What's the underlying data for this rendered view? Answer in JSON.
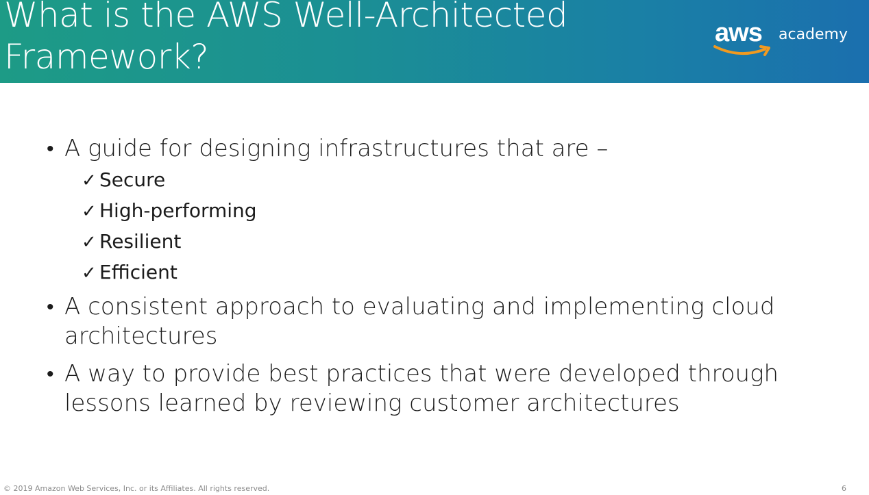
{
  "slide": {
    "title_lines": [
      "What is the AWS Well-Architected",
      "Framework?"
    ],
    "logo": {
      "brand": "aws",
      "product": "academy",
      "icon": "aws-smile-logo-icon"
    },
    "bullets": [
      {
        "text": "A guide for designing infrastructures that are –",
        "subitems": [
          "Secure",
          "High-performing",
          "Resilient",
          "Efficient"
        ],
        "check_glyph": "✓"
      },
      {
        "text": "A consistent approach to evaluating and implementing cloud architectures"
      },
      {
        "text": "A way to provide best practices that were developed through lessons learned by reviewing customer architectures"
      }
    ],
    "footer": {
      "copyright": "© 2019 Amazon Web Services, Inc. or its Affiliates. All rights reserved.",
      "page_number": "6"
    },
    "colors": {
      "header_gradient_start": "#1d9b86",
      "header_gradient_end": "#1b6fae",
      "logo_smile": "#f19a1f",
      "body_text": "#1b1b1b"
    }
  }
}
